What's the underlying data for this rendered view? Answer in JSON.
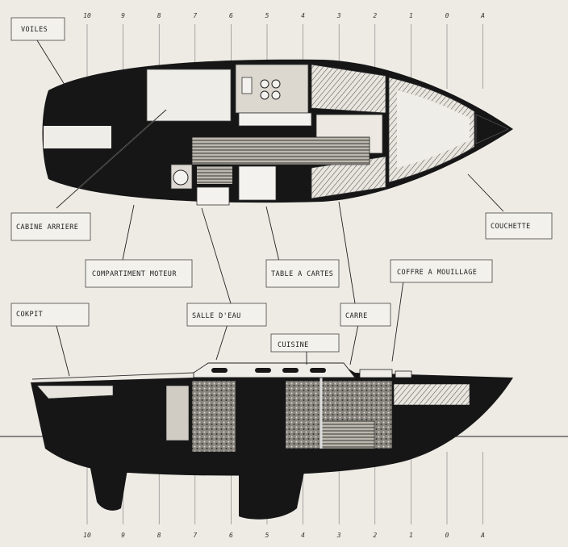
{
  "title": "",
  "stations_top": [
    "10",
    "9",
    "8",
    "7",
    "6",
    "5",
    "4",
    "3",
    "2",
    "1",
    "0",
    "A"
  ],
  "stations_bottom": [
    "10",
    "9",
    "8",
    "7",
    "6",
    "5",
    "4",
    "3",
    "2",
    "1",
    "0",
    "A"
  ],
  "labels": {
    "voiles": "VOILES",
    "cabine_arriere": "CABINE ARRIERE",
    "couchette": "COUCHETTE",
    "compartiment_moteur": "COMPARTIMENT MOTEUR",
    "table_a_cartes": "TABLE A CARTES",
    "coffre_a_mouillage": "COFFRE A MOUILLAGE",
    "cokpit": "COKPIT",
    "salle_d_eau": "SALLE D'EAU",
    "carre": "CARRE",
    "cuisine": "CUISINE"
  },
  "colors": {
    "hull": "#161616",
    "paper": "#eeebe5",
    "ink": "#222222"
  }
}
